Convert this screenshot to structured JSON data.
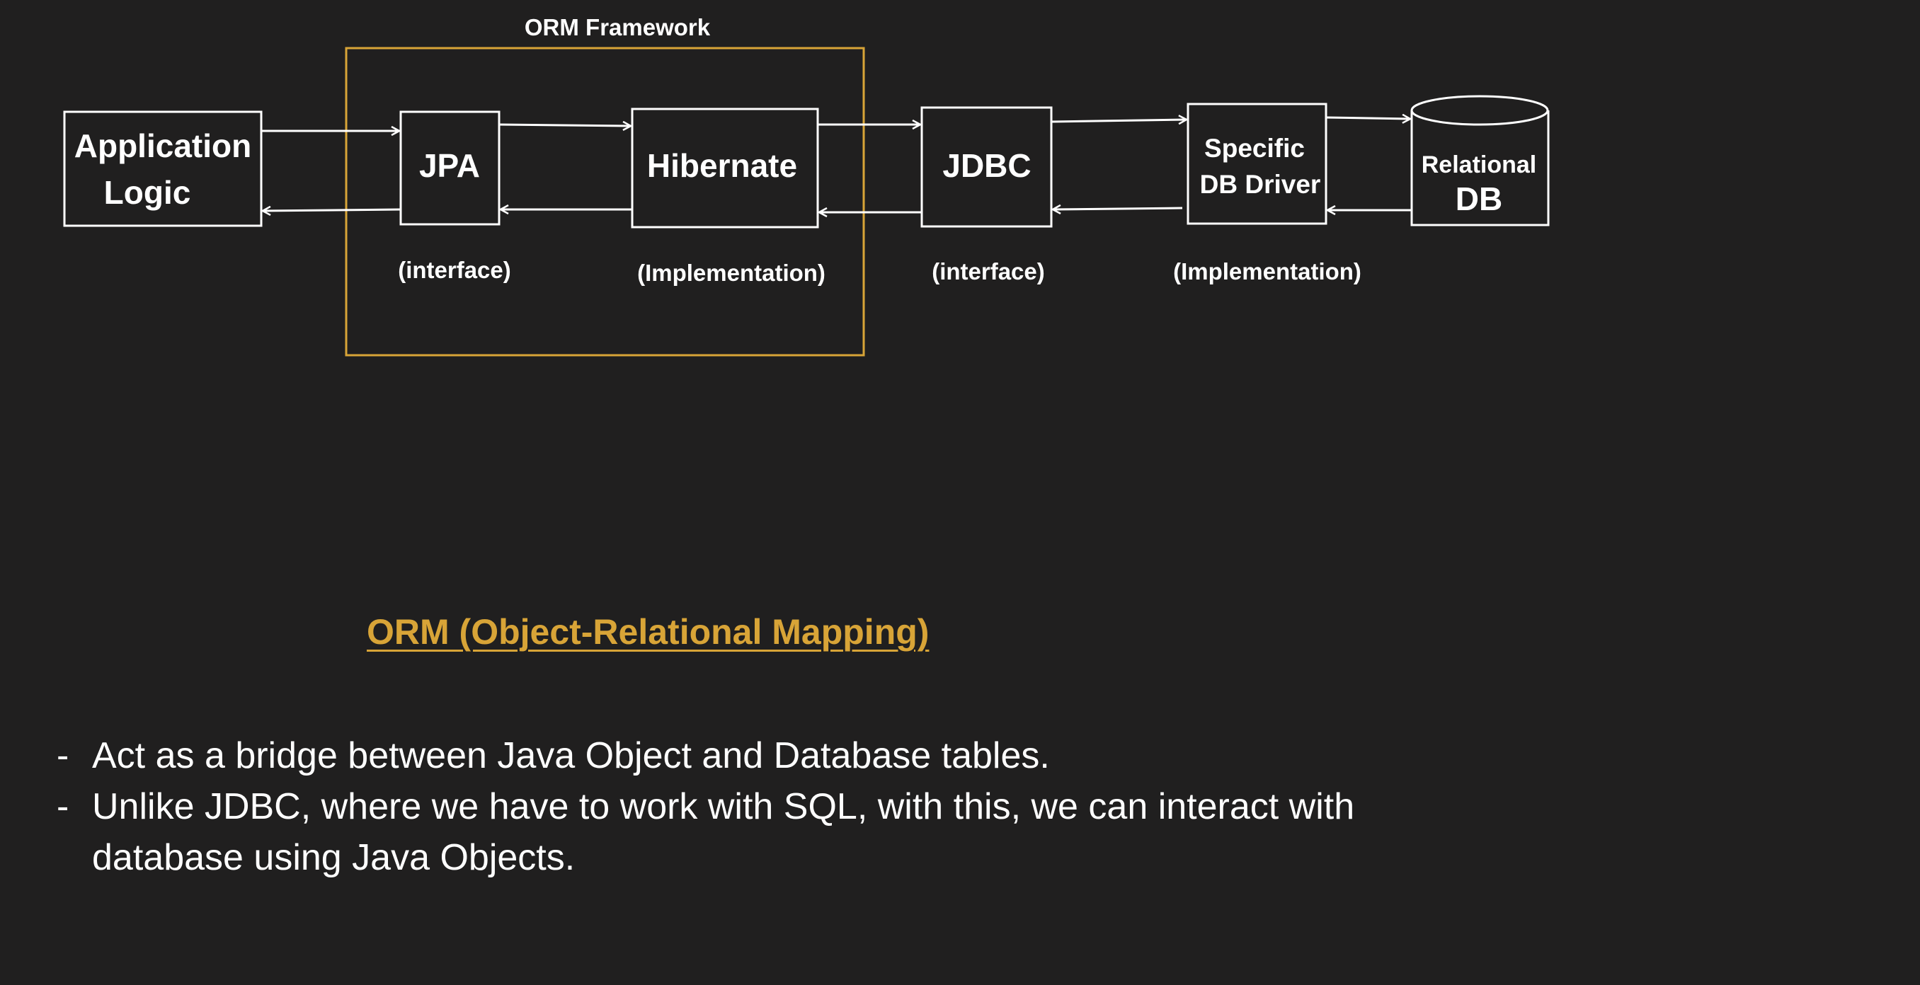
{
  "diagram": {
    "frame_title": "ORM Framework",
    "nodes": {
      "app": [
        "Application",
        "Logic"
      ],
      "jpa": "JPA",
      "hibernate": "Hibernate",
      "jdbc": "JDBC",
      "driver": [
        "Specific",
        "DB Driver"
      ],
      "db": [
        "Relational",
        "DB"
      ]
    },
    "captions": {
      "jpa": "(interface)",
      "hibernate": "(Implementation)",
      "jdbc": "(interface)",
      "driver": "(Implementation)"
    },
    "colors": {
      "frame": "#d8a437",
      "stroke": "#ffffff",
      "background": "#201f1f"
    }
  },
  "content": {
    "heading": "ORM (Object-Relational Mapping)",
    "bullet_marker": "-",
    "bullets": [
      "Act as a bridge between Java Object and Database tables.",
      "Unlike JDBC, where we have to work with SQL, with this, we can interact with database using Java Objects."
    ]
  }
}
